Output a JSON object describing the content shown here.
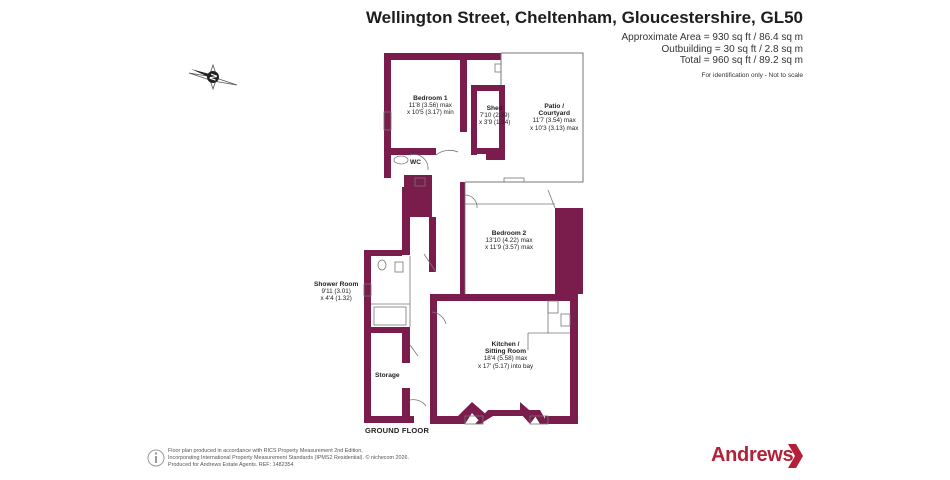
{
  "header": {
    "address": "Wellington Street, Cheltenham, Gloucestershire, GL50",
    "approx_area": "Approximate Area = 930 sq ft / 86.4 sq m",
    "outbuilding": "Outbuilding = 30 sq ft / 2.8 sq m",
    "total": "Total = 960 sq ft / 89.2 sq m",
    "note": "For identification only - Not to scale"
  },
  "compass": {
    "label": "N"
  },
  "rooms": {
    "bedroom1": {
      "name": "Bedroom 1",
      "dim1": "11'8 (3.56) max",
      "dim2": "x 10'5 (3.17) min"
    },
    "shed": {
      "name": "Shed",
      "dim1": "7'10 (2.39)",
      "dim2": "x 3'9 (1.14)"
    },
    "patio": {
      "name1": "Patio /",
      "name2": "Courtyard",
      "dim1": "11'7 (3.54) max",
      "dim2": "x 10'3 (3.13) max"
    },
    "wc": {
      "name": "WC"
    },
    "bedroom2": {
      "name": "Bedroom 2",
      "dim1": "13'10 (4.22) max",
      "dim2": "x 11'9 (3.57) max"
    },
    "shower": {
      "name": "Shower Room",
      "dim1": "9'11 (3.01)",
      "dim2": "x 4'4 (1.32)"
    },
    "kitchen": {
      "name1": "Kitchen /",
      "name2": "Sitting Room",
      "dim1": "18'4 (5.58) max",
      "dim2": "x 17' (5.17) into bay"
    },
    "storage": {
      "name": "Storage"
    }
  },
  "floor_label": "GROUND FLOOR",
  "footer": {
    "line1": "Floor plan produced in accordance with RICS Property Measurement 2nd Edition,",
    "line2": "Incorporating International Property Measurement Standards (IPMS2 Residential).  © nichecom 2026.",
    "line3": "Produced for Andrews Estate Agents.   REF: 1482354"
  },
  "brand": {
    "name": "Andrews",
    "color": "#b32037"
  },
  "colors": {
    "wall": "#7a1c4c",
    "line": "#555555",
    "accent": "#b32037"
  }
}
